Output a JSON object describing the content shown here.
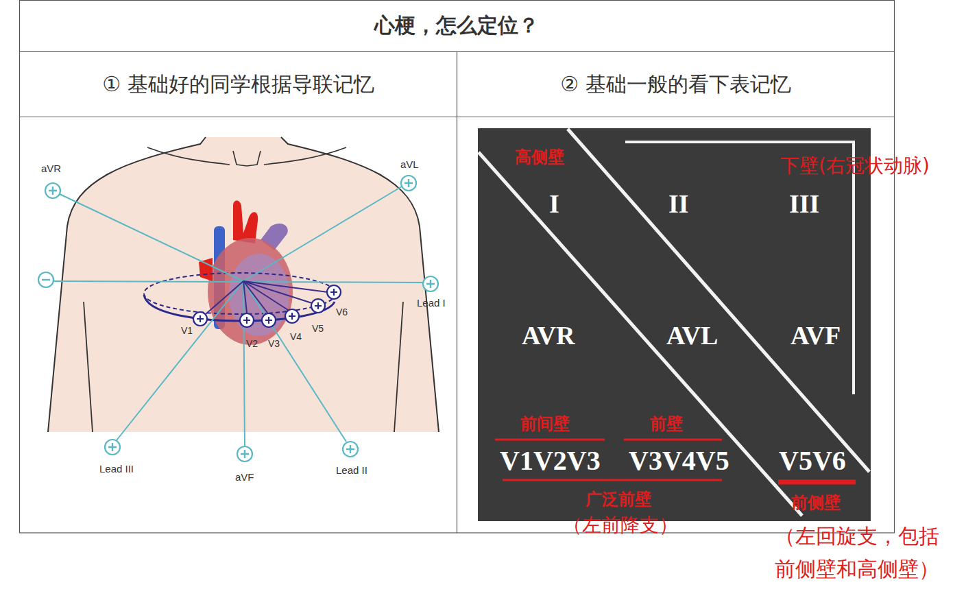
{
  "diagram": {
    "title": "心梗，怎么定位？",
    "nodes": [
      {
        "text": [
          "① 基础好的同学根据导联记忆"
        ]
      },
      {
        "text": [
          "② 基础一般的看下表记忆"
        ]
      }
    ],
    "labels": [
      "aVR",
      "aVL",
      "Lead I",
      "Lead III",
      "aVF",
      "Lead II",
      "V1",
      "V2",
      "V3",
      "V4",
      "V5",
      "V6",
      "高侧壁",
      "I",
      "II",
      "III",
      "下壁(右冠状动脉)",
      "AVR",
      "AVL",
      "AVF",
      "前间壁",
      "前壁",
      "V1V2V3",
      "V3V4V5",
      "V5V6",
      "广泛前壁",
      "（左前降支）",
      "前侧壁",
      "（左回旋支，包括 前侧壁和高侧壁）"
    ]
  }
}
